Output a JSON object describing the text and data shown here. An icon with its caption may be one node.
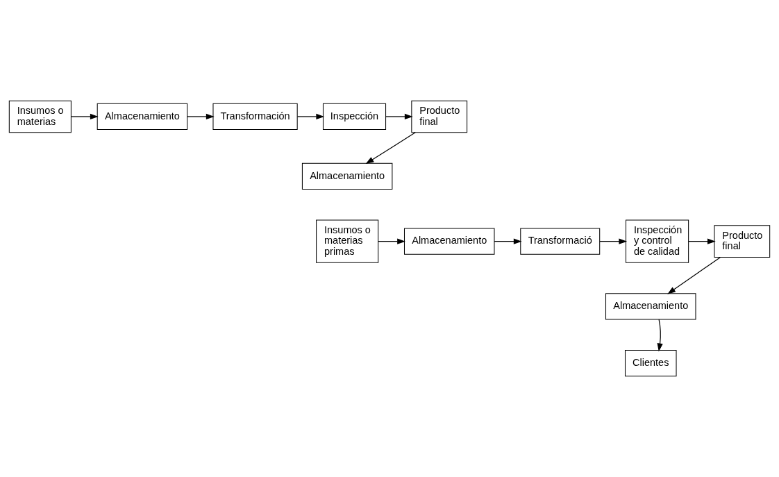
{
  "diagram": {
    "nodes": [
      {
        "text": [
          "Insumos o materias"
        ]
      },
      {
        "text": [
          "Almacenamiento"
        ]
      },
      {
        "text": [
          "Transformación"
        ]
      },
      {
        "text": [
          "Inspección"
        ]
      },
      {
        "text": [
          "Producto final"
        ]
      },
      {
        "text": [
          "Almacenamiento"
        ]
      },
      {
        "text": [
          "Insumos o materias primas"
        ]
      },
      {
        "text": [
          "Almacenamiento"
        ]
      },
      {
        "text": [
          "Transformació"
        ]
      },
      {
        "text": [
          "Inspección y control de calidad"
        ]
      },
      {
        "text": [
          "Producto final"
        ]
      },
      {
        "text": [
          "Almacenamiento"
        ]
      },
      {
        "text": [
          "Clientes"
        ]
      }
    ],
    "edges": [
      {
        "from": 0,
        "to": 1,
        "arrow": "to"
      },
      {
        "from": 1,
        "to": 2,
        "arrow": "to"
      },
      {
        "from": 2,
        "to": 3,
        "arrow": "to"
      },
      {
        "from": 3,
        "to": 4,
        "arrow": "to"
      },
      {
        "from": 4,
        "to": 5,
        "arrow": "to"
      },
      {
        "from": 6,
        "to": 7,
        "arrow": "to"
      },
      {
        "from": 7,
        "to": 8,
        "arrow": "to"
      },
      {
        "from": 8,
        "to": 9,
        "arrow": "to"
      },
      {
        "from": 9,
        "to": 10,
        "arrow": "to"
      },
      {
        "from": 10,
        "to": 11,
        "arrow": "to"
      },
      {
        "from": 11,
        "to": 12,
        "arrow": "to"
      }
    ]
  }
}
